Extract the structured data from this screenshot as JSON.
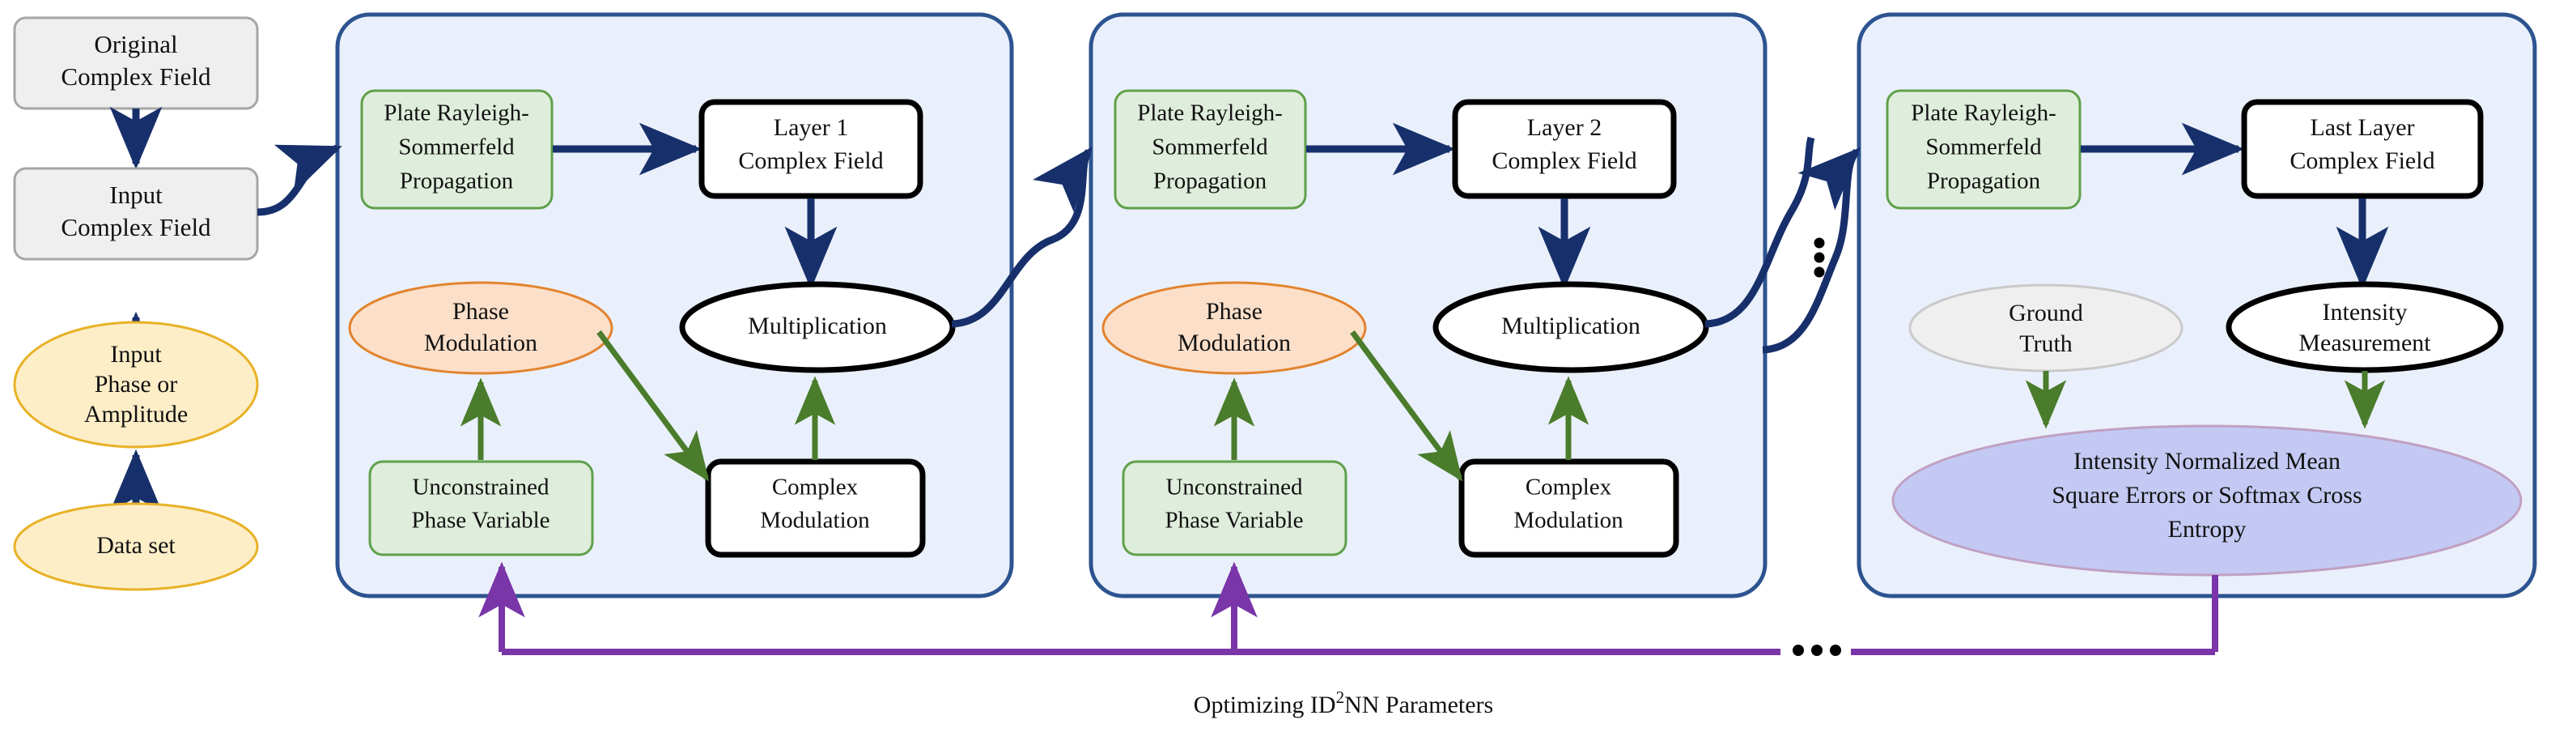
{
  "figure": {
    "caption": "Optimizing ID NN Parameters",
    "caption_prefix": "Optimizing ID",
    "caption_sup": "2",
    "caption_suffix": "NN Parameters"
  },
  "colors": {
    "panel_fill": "#eaf0fb",
    "panel_stroke": "#2d5490",
    "gray_fill": "#efefef",
    "gray_stroke": "#a6a6a6",
    "yellow_fill": "#fdeec8",
    "yellow_stroke": "#e8b227",
    "green_fill": "#dfeedc",
    "green_stroke": "#5fa04a",
    "orange_fill": "#fbdfc9",
    "orange_stroke": "#e2832e",
    "white_fill": "#ffffff",
    "black_stroke": "#000000",
    "loss_fill": "#c3c9f2",
    "loss_stroke": "#c0a0c4",
    "navy_arrow": "#17306b",
    "green_arrow": "#4a7c2c",
    "purple_arrow": "#7a35a8"
  },
  "input_column": {
    "original_complex_field": "Original\nComplex Field",
    "original_complex_field_lines": [
      "Original",
      "Complex Field"
    ],
    "input_complex_field_lines": [
      "Input",
      "Complex Field"
    ],
    "input_phase_or_amplitude_lines": [
      "Input",
      "Phase or",
      "Amplitude"
    ],
    "data_set_lines": [
      "Data set"
    ]
  },
  "layers": [
    {
      "id": "layer-1",
      "propagation_lines": [
        "Plate Rayleigh-",
        "Sommerfeld",
        "Propagation"
      ],
      "field_lines": [
        "Layer 1",
        "Complex Field"
      ],
      "phase_modulation_lines": [
        "Phase",
        "Modulation"
      ],
      "multiplication_lines": [
        "Multiplication"
      ],
      "unconstrained_lines": [
        "Unconstrained",
        "Phase Variable"
      ],
      "complex_modulation_lines": [
        "Complex",
        "Modulation"
      ]
    },
    {
      "id": "layer-2",
      "propagation_lines": [
        "Plate Rayleigh-",
        "Sommerfeld",
        "Propagation"
      ],
      "field_lines": [
        "Layer 2",
        "Complex Field"
      ],
      "phase_modulation_lines": [
        "Phase",
        "Modulation"
      ],
      "multiplication_lines": [
        "Multiplication"
      ],
      "unconstrained_lines": [
        "Unconstrained",
        "Phase Variable"
      ],
      "complex_modulation_lines": [
        "Complex",
        "Modulation"
      ]
    }
  ],
  "last_layer": {
    "id": "layer-last",
    "propagation_lines": [
      "Plate Rayleigh-",
      "Sommerfeld",
      "Propagation"
    ],
    "field_lines": [
      "Last Layer",
      "Complex Field"
    ],
    "ground_truth_lines": [
      "Ground",
      "Truth"
    ],
    "intensity_measurement_lines": [
      "Intensity",
      "Measurement"
    ],
    "loss_lines": [
      "Intensity Normalized Mean",
      "Square Errors or Softmax Cross",
      "Entropy"
    ]
  },
  "ellipsis": {
    "vertical": "⋮",
    "horizontal": "…"
  }
}
